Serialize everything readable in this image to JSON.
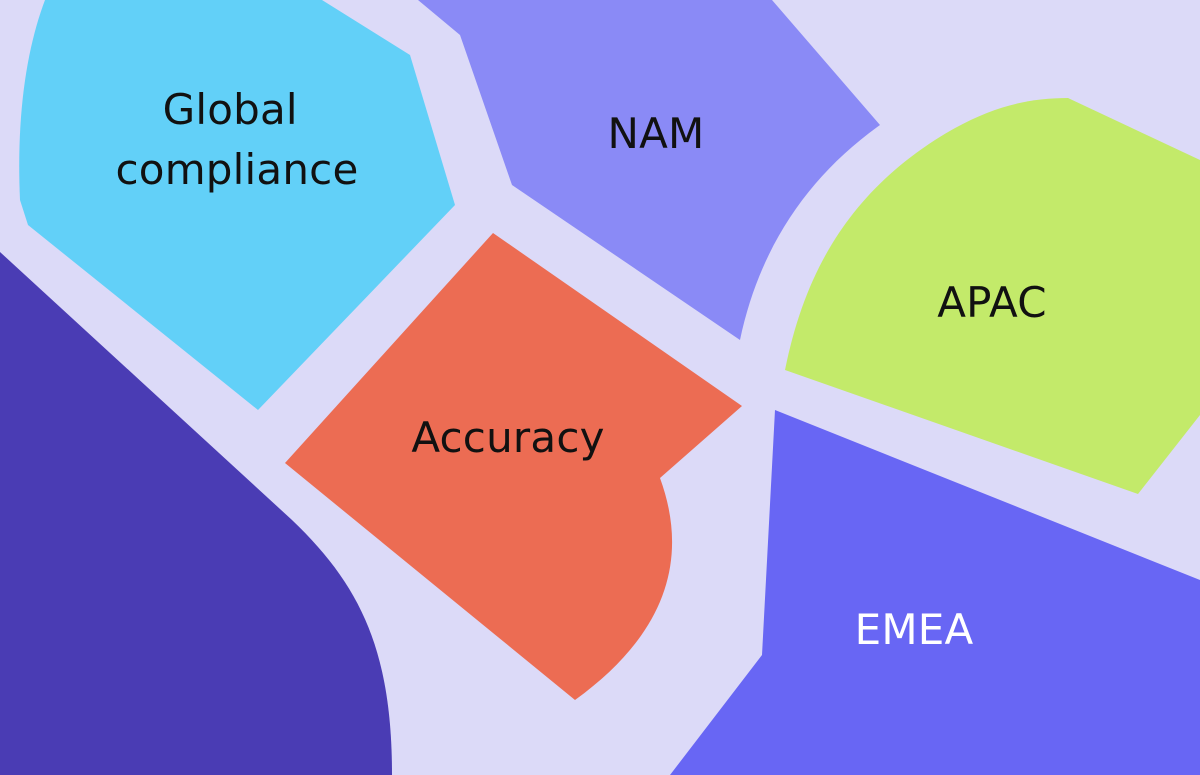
{
  "background_color": "#DCDAF8",
  "regions": [
    {
      "id": "global-compliance",
      "lines": [
        "Global",
        "compliance"
      ],
      "fill": "#62D0F8",
      "text_color": "#111111"
    },
    {
      "id": "nam",
      "lines": [
        "NAM"
      ],
      "fill": "#8A8AF6",
      "text_color": "#111111"
    },
    {
      "id": "apac",
      "lines": [
        "APAC"
      ],
      "fill": "#C3EA6A",
      "text_color": "#111111"
    },
    {
      "id": "accuracy",
      "lines": [
        "Accuracy"
      ],
      "fill": "#EC6C53",
      "text_color": "#111111"
    },
    {
      "id": "emea",
      "lines": [
        "EMEA"
      ],
      "fill": "#6866F4",
      "text_color": "#FFFFFF"
    },
    {
      "id": "unlabeled",
      "lines": [],
      "fill": "#4A3CB4",
      "text_color": "#FFFFFF"
    }
  ]
}
